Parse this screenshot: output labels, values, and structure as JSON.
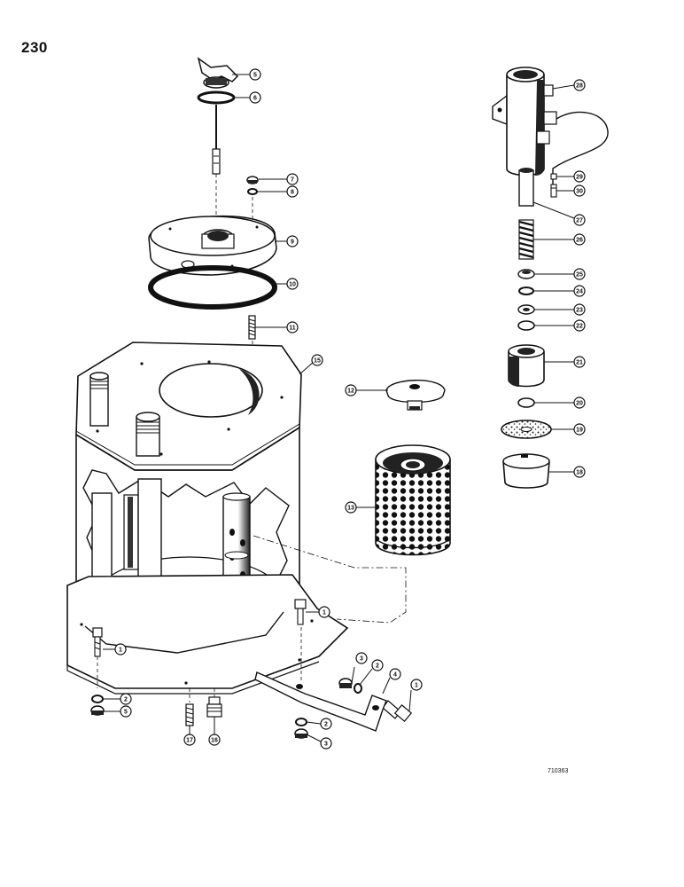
{
  "page_number": "230",
  "drawing_code": "710363",
  "callouts": [
    {
      "id": "c5a",
      "label": "5"
    },
    {
      "id": "c6",
      "label": "6"
    },
    {
      "id": "c7",
      "label": "7"
    },
    {
      "id": "c8",
      "label": "8"
    },
    {
      "id": "c9",
      "label": "9"
    },
    {
      "id": "c10",
      "label": "10"
    },
    {
      "id": "c11",
      "label": "11"
    },
    {
      "id": "c15",
      "label": "15"
    },
    {
      "id": "c12",
      "label": "12"
    },
    {
      "id": "c13",
      "label": "13"
    },
    {
      "id": "c1a",
      "label": "1"
    },
    {
      "id": "c1b",
      "label": "1"
    },
    {
      "id": "c1c",
      "label": "1"
    },
    {
      "id": "c2a",
      "label": "2"
    },
    {
      "id": "c2b",
      "label": "2"
    },
    {
      "id": "c2c",
      "label": "2"
    },
    {
      "id": "c3a",
      "label": "3"
    },
    {
      "id": "c3b",
      "label": "3"
    },
    {
      "id": "c3c",
      "label": "3"
    },
    {
      "id": "c4",
      "label": "4"
    },
    {
      "id": "c5b",
      "label": "5"
    },
    {
      "id": "c16",
      "label": "16"
    },
    {
      "id": "c17",
      "label": "17"
    },
    {
      "id": "c18",
      "label": "18"
    },
    {
      "id": "c19",
      "label": "19"
    },
    {
      "id": "c20",
      "label": "20"
    },
    {
      "id": "c21",
      "label": "21"
    },
    {
      "id": "c22",
      "label": "22"
    },
    {
      "id": "c23",
      "label": "23"
    },
    {
      "id": "c24",
      "label": "24"
    },
    {
      "id": "c25",
      "label": "25"
    },
    {
      "id": "c26",
      "label": "26"
    },
    {
      "id": "c27",
      "label": "27"
    },
    {
      "id": "c28",
      "label": "28"
    },
    {
      "id": "c29",
      "label": "29"
    },
    {
      "id": "c30",
      "label": "30"
    }
  ]
}
